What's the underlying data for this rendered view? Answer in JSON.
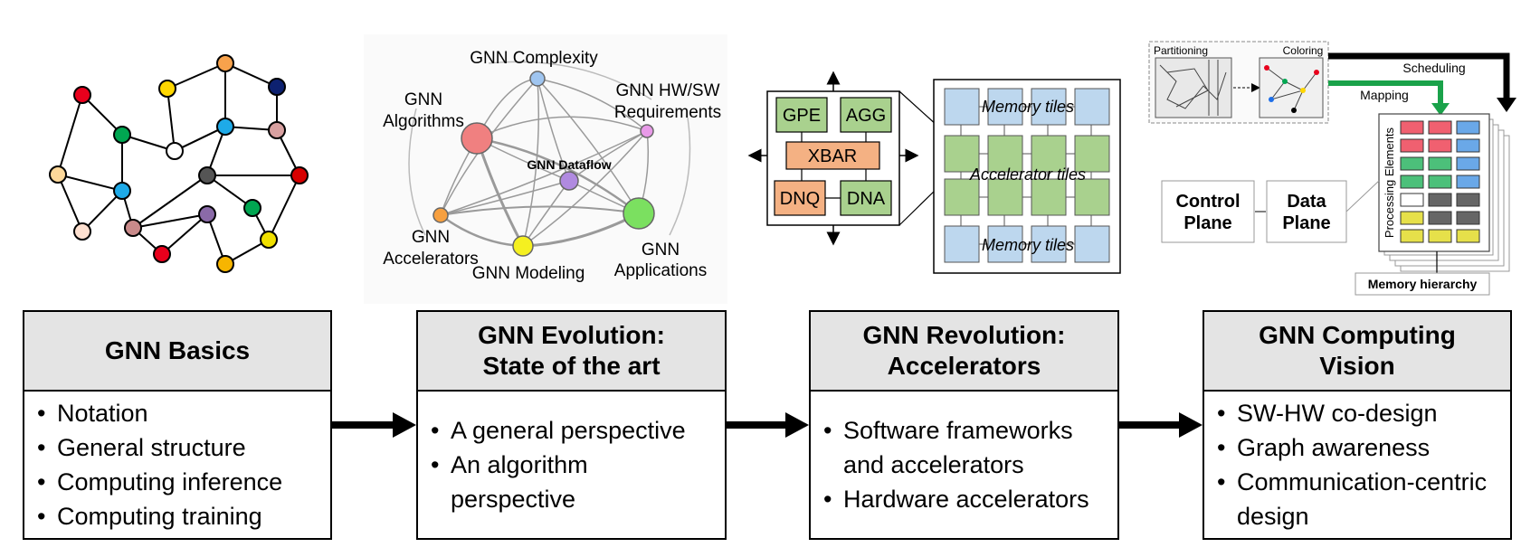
{
  "graph_panel": {
    "nodes": [
      {
        "id": "n1",
        "color": "#e8001c"
      },
      {
        "id": "n2",
        "color": "#ffd700"
      },
      {
        "id": "n3",
        "color": "#f7a24c"
      },
      {
        "id": "n4",
        "color": "#0d2170"
      },
      {
        "id": "n5",
        "color": "#00a651"
      },
      {
        "id": "n6",
        "color": "#ffffff"
      },
      {
        "id": "n7",
        "color": "#1eaae8"
      },
      {
        "id": "n8",
        "color": "#d8a0a0"
      },
      {
        "id": "n9",
        "color": "#fdd89a"
      },
      {
        "id": "n10",
        "color": "#1eaae8"
      },
      {
        "id": "n11",
        "color": "#555555"
      },
      {
        "id": "n12",
        "color": "#d70000"
      },
      {
        "id": "n13",
        "color": "#c98a8a"
      },
      {
        "id": "n14",
        "color": "#8a6aa8"
      },
      {
        "id": "n15",
        "color": "#00a651"
      },
      {
        "id": "n16",
        "color": "#fde0d0"
      },
      {
        "id": "n17",
        "color": "#e8001c"
      },
      {
        "id": "n18",
        "color": "#f7b500"
      },
      {
        "id": "n19",
        "color": "#f0e000"
      }
    ]
  },
  "network_panel": {
    "labels": {
      "complexity": "GNN Complexity",
      "algorithms_1": "GNN",
      "algorithms_2": "Algorithms",
      "hwsw_1": "GNN HW/SW",
      "hwsw_2": "Requirements",
      "dataflow": "GNN Dataflow",
      "accelerators_1": "GNN",
      "accelerators_2": "Accelerators",
      "modeling": "GNN Modeling",
      "applications_1": "GNN",
      "applications_2": "Applications"
    },
    "colors": {
      "algorithms": "#f08080",
      "complexity": "#9fc5f0",
      "hwsw": "#e89ae8",
      "dataflow": "#b08ae0",
      "accelerators": "#f7a040",
      "modeling": "#f5f020",
      "applications": "#7be060"
    }
  },
  "accel_panel": {
    "blocks": {
      "gpe": "GPE",
      "agg": "AGG",
      "xbar": "XBAR",
      "dnq": "DNQ",
      "dna": "DNA"
    },
    "tile_labels": {
      "memory_top": "Memory tiles",
      "accelerator": "Accelerator tiles",
      "memory_bottom": "Memory tiles"
    },
    "colors": {
      "green": "#a9d18e",
      "orange": "#f4b183",
      "blue": "#bdd7ee"
    }
  },
  "vision_panel": {
    "partitioning": "Partitioning",
    "coloring": "Coloring",
    "scheduling": "Scheduling",
    "mapping": "Mapping",
    "processing_elements": "Processing Elements",
    "control_plane_1": "Control",
    "control_plane_2": "Plane",
    "data_plane_1": "Data",
    "data_plane_2": "Plane",
    "memory_hierarchy": "Memory hierarchy"
  },
  "stages": [
    {
      "title_lines": [
        "GNN Basics"
      ],
      "bullets": [
        "Notation",
        "General structure",
        "Computing inference",
        "Computing training"
      ]
    },
    {
      "title_lines": [
        "GNN Evolution:",
        "State of the art"
      ],
      "bullets": [
        "A general perspective",
        "An algorithm perspective"
      ]
    },
    {
      "title_lines": [
        "GNN Revolution:",
        "Accelerators"
      ],
      "bullets": [
        "Software frameworks and accelerators",
        "Hardware accelerators"
      ]
    },
    {
      "title_lines": [
        "GNN Computing",
        "Vision"
      ],
      "bullets": [
        "SW-HW co-design",
        "Graph awareness",
        "Communication-centric design"
      ]
    }
  ]
}
